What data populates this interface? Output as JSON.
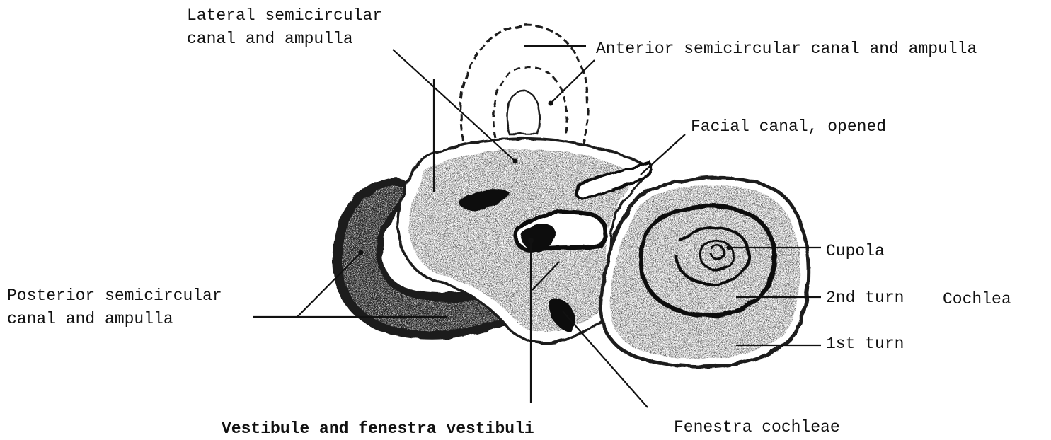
{
  "labels": {
    "lateral_line1": "Lateral semicircular",
    "lateral_line2": "canal and ampulla",
    "anterior": "Anterior semicircular canal and ampulla",
    "facial": "Facial canal, opened",
    "cupola": "Cupola",
    "second_turn": "2nd turn",
    "cochlea": "Cochlea",
    "first_turn": "1st turn",
    "posterior_line1": "Posterior semicircular",
    "posterior_line2": "canal and ampulla",
    "vestibule": "Vestibule and fenestra vestibuli",
    "fenestra_cochleae": "Fenestra cochleae"
  },
  "colors": {
    "ink": "#111111",
    "paper": "#ffffff"
  }
}
